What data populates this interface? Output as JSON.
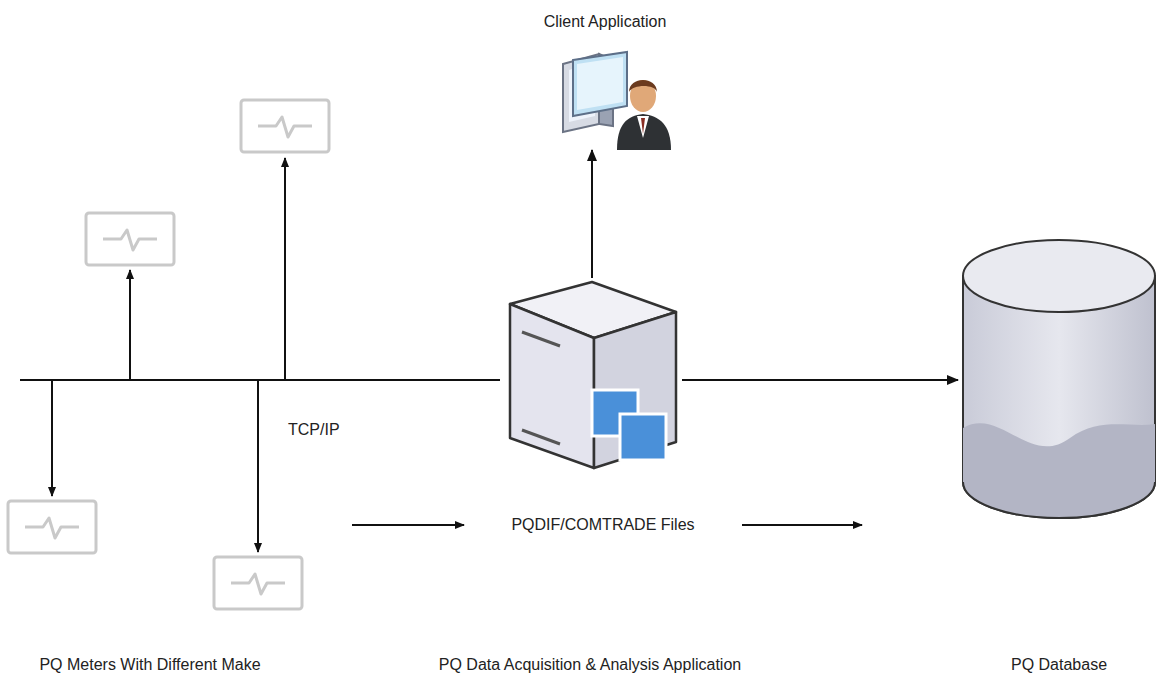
{
  "diagram": {
    "nodes": [
      {
        "text": [
          "Client Application"
        ]
      },
      {
        "text": [
          "PQ Data Acquisition & Analysis Application"
        ]
      },
      {
        "text": [
          "PQ Database"
        ]
      }
    ],
    "edges": [
      {
        "from": 1,
        "to": 0,
        "arrow": "to"
      },
      {
        "from": 1,
        "to": 2,
        "arrow": "to"
      }
    ],
    "labels": [
      "TCP/IP",
      "PQDIF/COMTRADE Files",
      "PQ Meters With Different Make"
    ]
  }
}
